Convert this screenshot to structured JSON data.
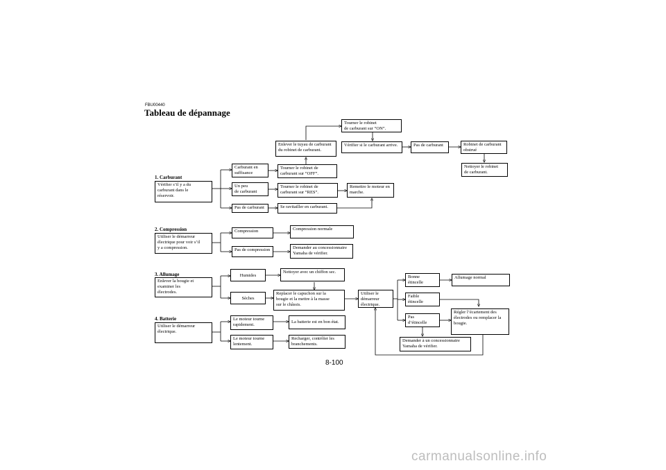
{
  "header": {
    "code": "FBU00440",
    "title": "Tableau de dépannage"
  },
  "sections": {
    "carburant": "1. Carburant",
    "compression": "2. Compression",
    "allumage": "3. Allumage",
    "batterie": "4. Batterie"
  },
  "nodes": {
    "n1": "Vérifier s’il y a du\ncarburant dans le\nréservoir.",
    "n2": "Carburant en\nsuffisance",
    "n3": "Un peu\nde carburant",
    "n4": "Pas de carburant",
    "n5": "Tourner le robinet de\ncarburant sur “OFF”.",
    "n6": "Tourner le robinet de\ncarburant sur “RES”.",
    "n7": "Se ravitailler en carburant.",
    "n8": "Remettre le moteur en\nmarche.",
    "n9": "Enlever le tuyau de carburant\ndu robinet de carburant.",
    "n10": "Tourner le robinet\nde carburant sur “ON”.",
    "n11": "Vérifier si le carburant arrive.",
    "n12": "Pas de carburant",
    "n13": "Robinet de carburant\nobstrué",
    "n14": "Nettoyer le robinet\nde carburant.",
    "c1": "Utiliser le démarreur\nélectrique pour voir s’il\ny a compression.",
    "c2": "Compression",
    "c3": "Pas de compression",
    "c4": "Compression normale",
    "c5": "Demander au concessionnaire\nYamaha de vérifier.",
    "a1": "Enlever la bougie et\nexaminer les\nélectrodes.",
    "a2": "Humides",
    "a3": "Sèches",
    "a4": "Nettoyer avec un chiffon sec.",
    "a5": "Replacer le capuchon sur la\nbougie et la mettre à la masse\nsur le châssis.",
    "a6": "Utiliser le\ndémarreur\nélectrique.",
    "a7": "Bonne\nétincelle",
    "a8": "Faible\nétincelle",
    "a9": "Pas\nd’étincelle",
    "a10": "Allumage normal",
    "a11": "Régler l’écartement des\nélectrodes ou remplacer la\nbougie.",
    "a12": "Demander à un concessionnaire\nYamaha de vérifier.",
    "b1": "Utiliser le démarreur\nélectrique.",
    "b2": "Le moteur tourne\nrapidement.",
    "b3": "Le moteur tourne\nlentement.",
    "b4": "La batterie est en bon état.",
    "b5": "Recharger, contrôler les\nbranchements."
  },
  "page_number": "8-100",
  "footer_watermark": "carmanualsonline.info"
}
